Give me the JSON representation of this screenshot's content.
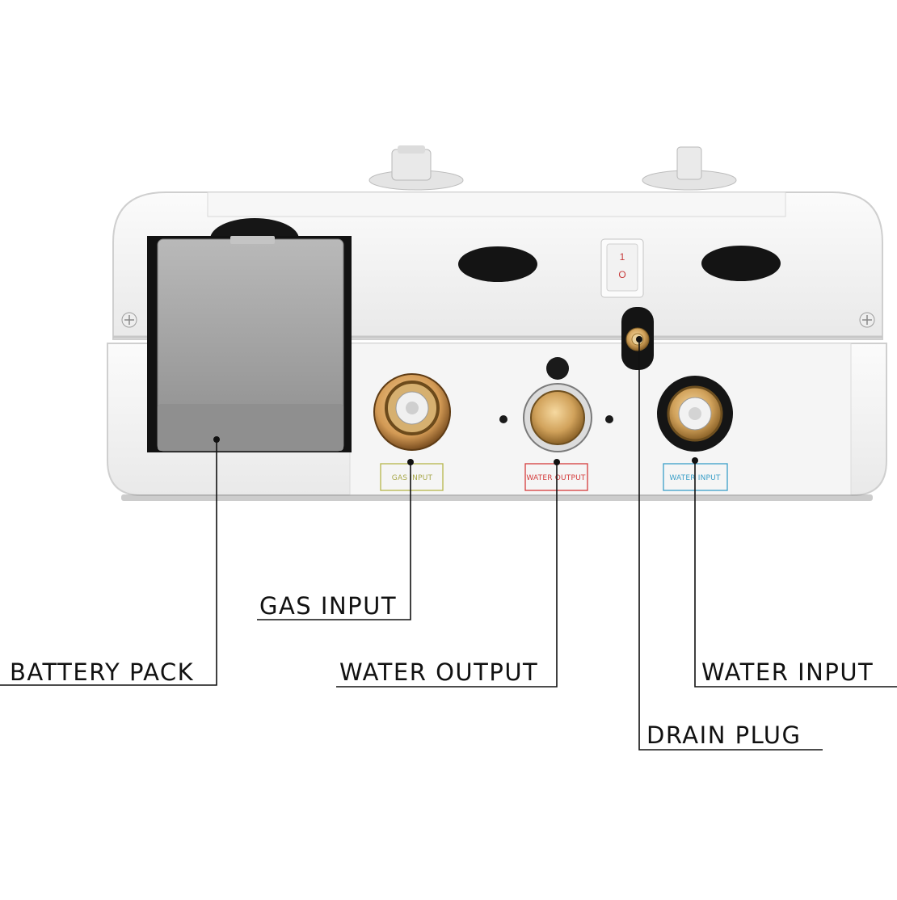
{
  "switch": {
    "on": "1",
    "off": "O"
  },
  "port_tags": {
    "gas": "GAS INPUT",
    "water_output": "WATER OUTPUT",
    "water_input": "WATER INPUT"
  },
  "callouts": {
    "battery_pack": "BATTERY PACK",
    "gas_input": "GAS INPUT",
    "water_output": "WATER OUTPUT",
    "water_input": "WATER INPUT",
    "drain_plug": "DRAIN PLUG"
  },
  "colors": {
    "gas_tag": "#b6b64a",
    "water_output_tag": "#d43b3b",
    "water_input_tag": "#3a9fc8",
    "brass": "#c9a05a",
    "casing": "#f2f2f2"
  }
}
